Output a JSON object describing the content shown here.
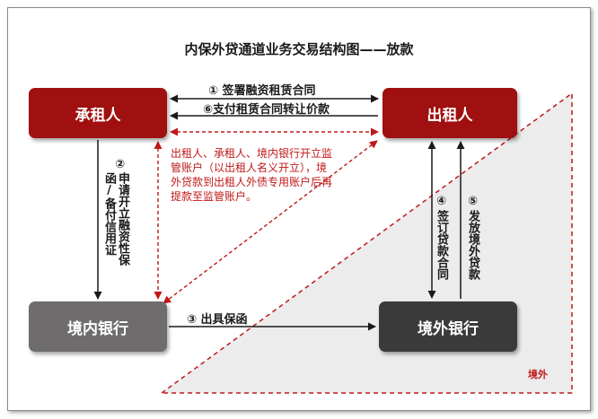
{
  "title": "内保外贷通道业务交易结构图——放款",
  "boxes": {
    "lessee": "承租人",
    "lessor": "出租人",
    "domestic_bank": "境内银行",
    "foreign_bank": "境外银行"
  },
  "steps": {
    "step1": "① 签署融资租赁合同",
    "step6": "⑥支付租赁合同转让价款",
    "step2_num": "②",
    "step2_text": "申请开立融资性保函/备付信用证",
    "step3": "③ 出具保函",
    "step4_num": "④",
    "step4_text": "签订贷款合同",
    "step5_num": "⑤",
    "step5_text": "发放境外贷款"
  },
  "note": "出租人、承租人、境内银行开立监管账户（以出租人名义开立），境外贷款到出租人外债专用账户后再提款至监管账户。",
  "region_label": "境外",
  "colors": {
    "red": "#a01010",
    "note_red": "#c01818",
    "gray": "#6e6c6c",
    "dark": "#3a3a3a"
  }
}
